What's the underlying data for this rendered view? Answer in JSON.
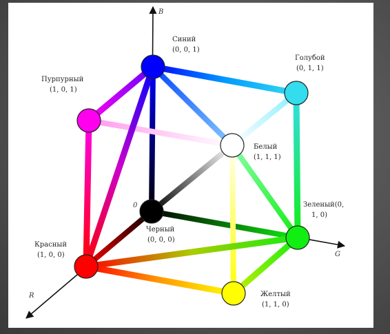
{
  "axes": {
    "r": "R",
    "g": "G",
    "b": "B",
    "origin": "0"
  },
  "vertices": {
    "blue": {
      "name": "Синий",
      "coords": "(0, 0, 1)",
      "color": "#0000ff"
    },
    "cyan": {
      "name": "Голубой",
      "coords": "(0, 1, 1)",
      "color": "#33ddee"
    },
    "magenta": {
      "name": "Пурпурный",
      "coords": "(1, 0, 1)",
      "color": "#ff00ee"
    },
    "white": {
      "name": "Белый",
      "coords": "(1, 1, 1)",
      "color": "#ffffff"
    },
    "black": {
      "name": "Черный",
      "coords": "(0, 0, 0)",
      "color": "#000000"
    },
    "green": {
      "name": "Зеленый(0,",
      "coords": "1, 0)",
      "color": "#11ee11"
    },
    "red": {
      "name": "Красный",
      "coords": "(1, 0, 0)",
      "color": "#ff0000"
    },
    "yellow": {
      "name": "Желтый",
      "coords": "(1, 1, 0)",
      "color": "#ffff00"
    }
  }
}
